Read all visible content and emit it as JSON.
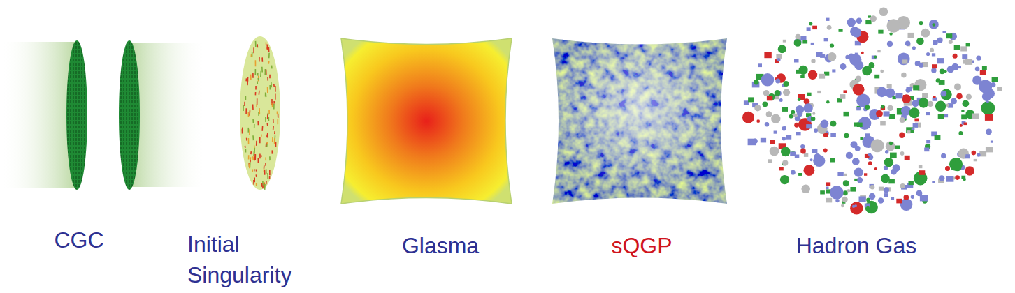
{
  "diagram": {
    "labels": [
      "CGC",
      "Initial Singularity",
      "Glasma",
      "sQGP",
      "Hadron Gas"
    ]
  }
}
